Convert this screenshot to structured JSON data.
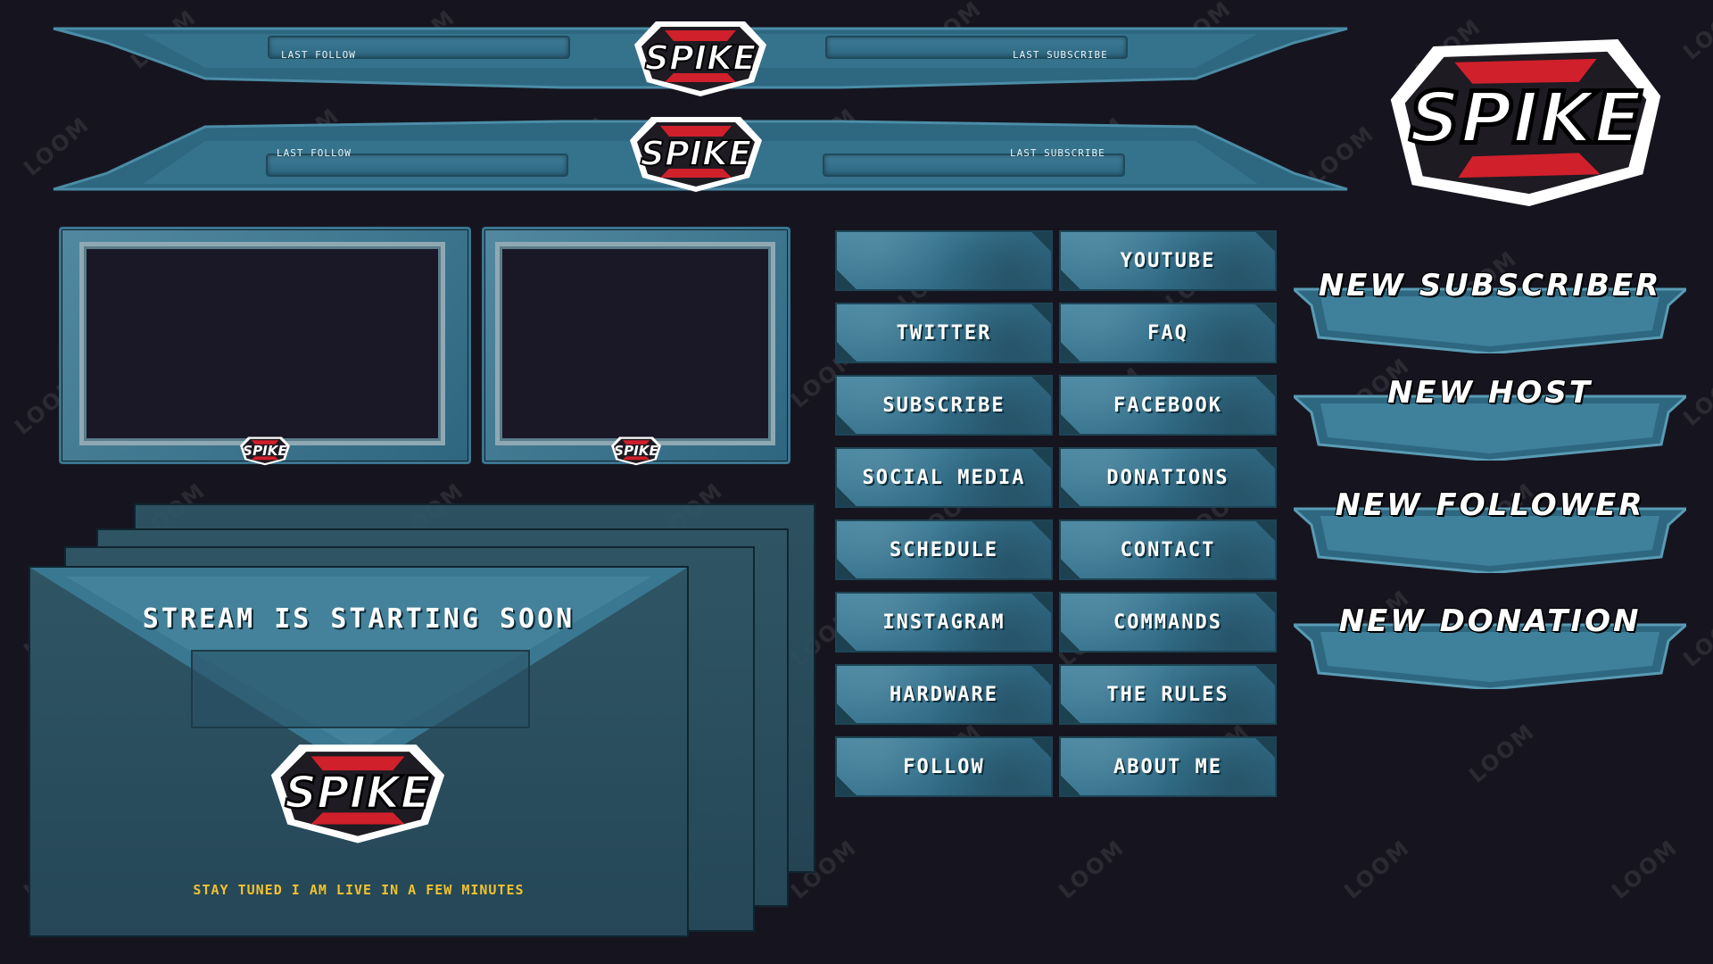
{
  "brand": {
    "logo_text": "SPIKE",
    "primary_color": "#336f8a",
    "accent_red": "#d0202b",
    "bg_color": "#16151f"
  },
  "overlay_bars": [
    {
      "left_label": "Last Follow",
      "right_label": "Last Subscribe"
    },
    {
      "left_label": "Last Follow",
      "right_label": "Last Subscribe"
    }
  ],
  "panels": [
    {
      "label": ""
    },
    {
      "label": "YouTube"
    },
    {
      "label": "Twitter"
    },
    {
      "label": "FAQ"
    },
    {
      "label": "Subscribe"
    },
    {
      "label": "Facebook"
    },
    {
      "label": "Social Media"
    },
    {
      "label": "Donations"
    },
    {
      "label": "Schedule"
    },
    {
      "label": "Contact"
    },
    {
      "label": "Instagram"
    },
    {
      "label": "Commands"
    },
    {
      "label": "Hardware"
    },
    {
      "label": "The Rules"
    },
    {
      "label": "Follow"
    },
    {
      "label": "About Me"
    }
  ],
  "alerts": [
    {
      "title": "New Subscriber"
    },
    {
      "title": "New Host"
    },
    {
      "title": "New Follower"
    },
    {
      "title": "New Donation"
    }
  ],
  "starting_screen": {
    "title": "Stream is Starting Soon",
    "subtitle": "Stay tuned I am live in a few minutes"
  },
  "watermark_text": "LOOM"
}
